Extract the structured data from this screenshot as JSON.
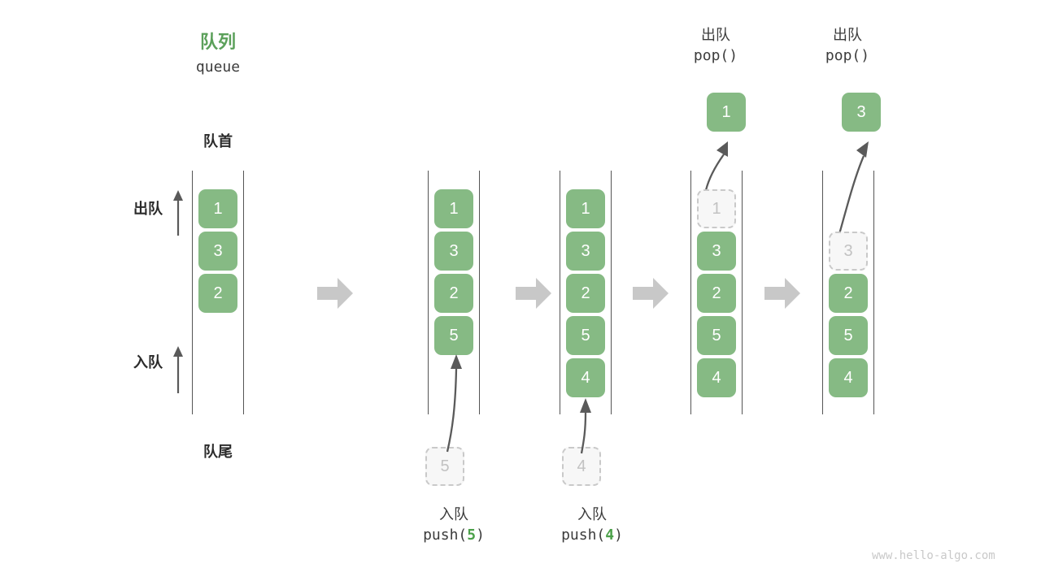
{
  "title": {
    "cn": "队列",
    "en": "queue",
    "color": "#5BA05A"
  },
  "labels": {
    "front": "队首",
    "rear": "队尾",
    "dequeue": "出队",
    "enqueue": "入队"
  },
  "colors": {
    "cell_fill": "#86BA84",
    "cell_text": "#ffffff",
    "ghost_fill": "#f7f7f7",
    "ghost_border": "#c9c9c9",
    "ghost_text": "#c2c2c2",
    "rail": "#555555",
    "flow_arrow": "#c8c8c8",
    "accent_green": "#4CA14A",
    "text": "#3c3c3c"
  },
  "columns": [
    {
      "id": "initial",
      "cells": [
        {
          "value": "1",
          "state": "filled"
        },
        {
          "value": "3",
          "state": "filled"
        },
        {
          "value": "2",
          "state": "filled"
        }
      ]
    },
    {
      "id": "after-push-5",
      "cells": [
        {
          "value": "1",
          "state": "filled"
        },
        {
          "value": "3",
          "state": "filled"
        },
        {
          "value": "2",
          "state": "filled"
        },
        {
          "value": "5",
          "state": "filled"
        }
      ],
      "incoming": {
        "value": "5",
        "state": "ghost"
      },
      "caption": {
        "cn": "入队",
        "code_prefix": "push(",
        "code_arg": "5",
        "code_suffix": ")"
      }
    },
    {
      "id": "after-push-4",
      "cells": [
        {
          "value": "1",
          "state": "filled"
        },
        {
          "value": "3",
          "state": "filled"
        },
        {
          "value": "2",
          "state": "filled"
        },
        {
          "value": "5",
          "state": "filled"
        },
        {
          "value": "4",
          "state": "filled"
        }
      ],
      "incoming": {
        "value": "4",
        "state": "ghost"
      },
      "caption": {
        "cn": "入队",
        "code_prefix": "push(",
        "code_arg": "4",
        "code_suffix": ")"
      }
    },
    {
      "id": "after-pop-1",
      "cells": [
        {
          "value": "1",
          "state": "ghost"
        },
        {
          "value": "3",
          "state": "filled"
        },
        {
          "value": "2",
          "state": "filled"
        },
        {
          "value": "5",
          "state": "filled"
        },
        {
          "value": "4",
          "state": "filled"
        }
      ],
      "outgoing": {
        "value": "1",
        "state": "filled"
      },
      "caption": {
        "cn": "出队",
        "code_prefix": "pop(",
        "code_arg": "",
        "code_suffix": ")"
      }
    },
    {
      "id": "after-pop-3",
      "cells": [
        {
          "value": "",
          "state": "empty"
        },
        {
          "value": "3",
          "state": "ghost"
        },
        {
          "value": "2",
          "state": "filled"
        },
        {
          "value": "5",
          "state": "filled"
        },
        {
          "value": "4",
          "state": "filled"
        }
      ],
      "outgoing": {
        "value": "3",
        "state": "filled"
      },
      "caption": {
        "cn": "出队",
        "code_prefix": "pop(",
        "code_arg": "",
        "code_suffix": ")"
      }
    }
  ],
  "watermark": "www.hello-algo.com"
}
